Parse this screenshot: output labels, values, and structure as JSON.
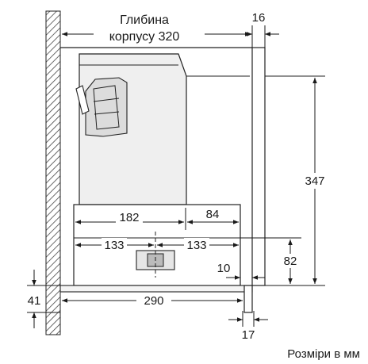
{
  "title_line1": "Глибина",
  "title_line2": "корпусу 320",
  "dims": {
    "d16": "16",
    "d347": "347",
    "d182": "182",
    "d84": "84",
    "d133_left": "133",
    "d133_right": "133",
    "d82": "82",
    "d10": "10",
    "d41": "41",
    "d290": "290",
    "d17": "17"
  },
  "caption": "Розміри в мм"
}
